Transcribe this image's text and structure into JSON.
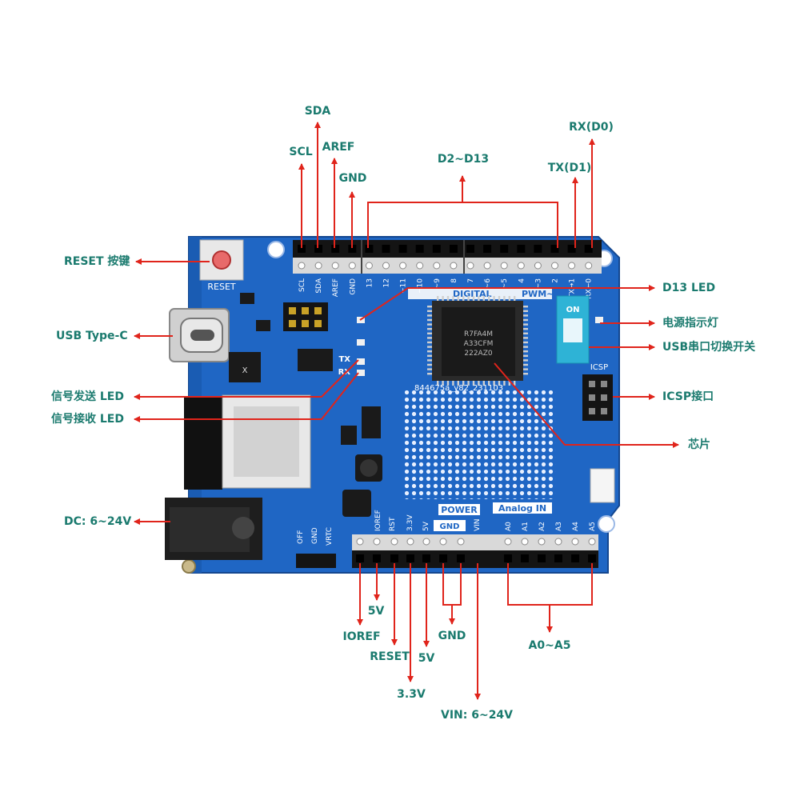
{
  "labels": {
    "sda": "SDA",
    "scl": "SCL",
    "aref": "AREF",
    "gnd_top": "GND",
    "d2_d13": "D2~D13",
    "rx_d0": "RX(D0)",
    "tx_d1": "TX(D1)",
    "reset_key": "RESET 按键",
    "usb_typec": "USB Type-C",
    "tx_led": "信号发送 LED",
    "rx_led": "信号接收 LED",
    "dc_in": "DC: 6~24V",
    "d13_led": "D13 LED",
    "power_led": "电源指示灯",
    "usb_switch": "USB串口切换开关",
    "icsp_port": "ICSP接口",
    "chip": "芯片",
    "ioref": "IOREF",
    "v5_a": "5V",
    "reset_pin": "RESET",
    "v33": "3.3V",
    "v5_b": "5V",
    "gnd_bottom": "GND",
    "vin": "VIN: 6~24V",
    "a0_a5": "A0~A5"
  },
  "board": {
    "reset_silk": "RESET",
    "digital_silk": "DIGITAL",
    "pwm_silk": "PWM~",
    "power_silk": "POWER",
    "analog_silk": "Analog IN",
    "icsp_silk": "ICSP",
    "chip_line1": "R7FA4M",
    "chip_line2": "A33CFM",
    "chip_line3": "222AZ0",
    "serial_silk": "844675a_y82_231103",
    "gnd_silk": "GND",
    "tx_silk": "TX",
    "rx_silk": "RX",
    "on_silk": "ON",
    "off_silk": "OFF",
    "vrtc_silk": "VRTC",
    "top_pin_labels": [
      "SCL",
      "SDA",
      "AREF",
      "GND",
      "13",
      "12",
      "~11",
      "~10",
      "~9",
      "8",
      "7",
      "~6",
      "~5",
      "4",
      "~3",
      "2",
      "TX→1",
      "RX←0"
    ],
    "bottom_pin_labels": [
      "IOREF",
      "RST",
      "3.3V",
      "5V",
      "GND",
      "GND",
      "VIN",
      "A0",
      "A1",
      "A2",
      "A3",
      "A4",
      "A5"
    ]
  },
  "colors": {
    "board": "#1f66c4",
    "label": "#1a7a6e",
    "arrow": "#e0241b",
    "switch": "#2eb3d6"
  }
}
